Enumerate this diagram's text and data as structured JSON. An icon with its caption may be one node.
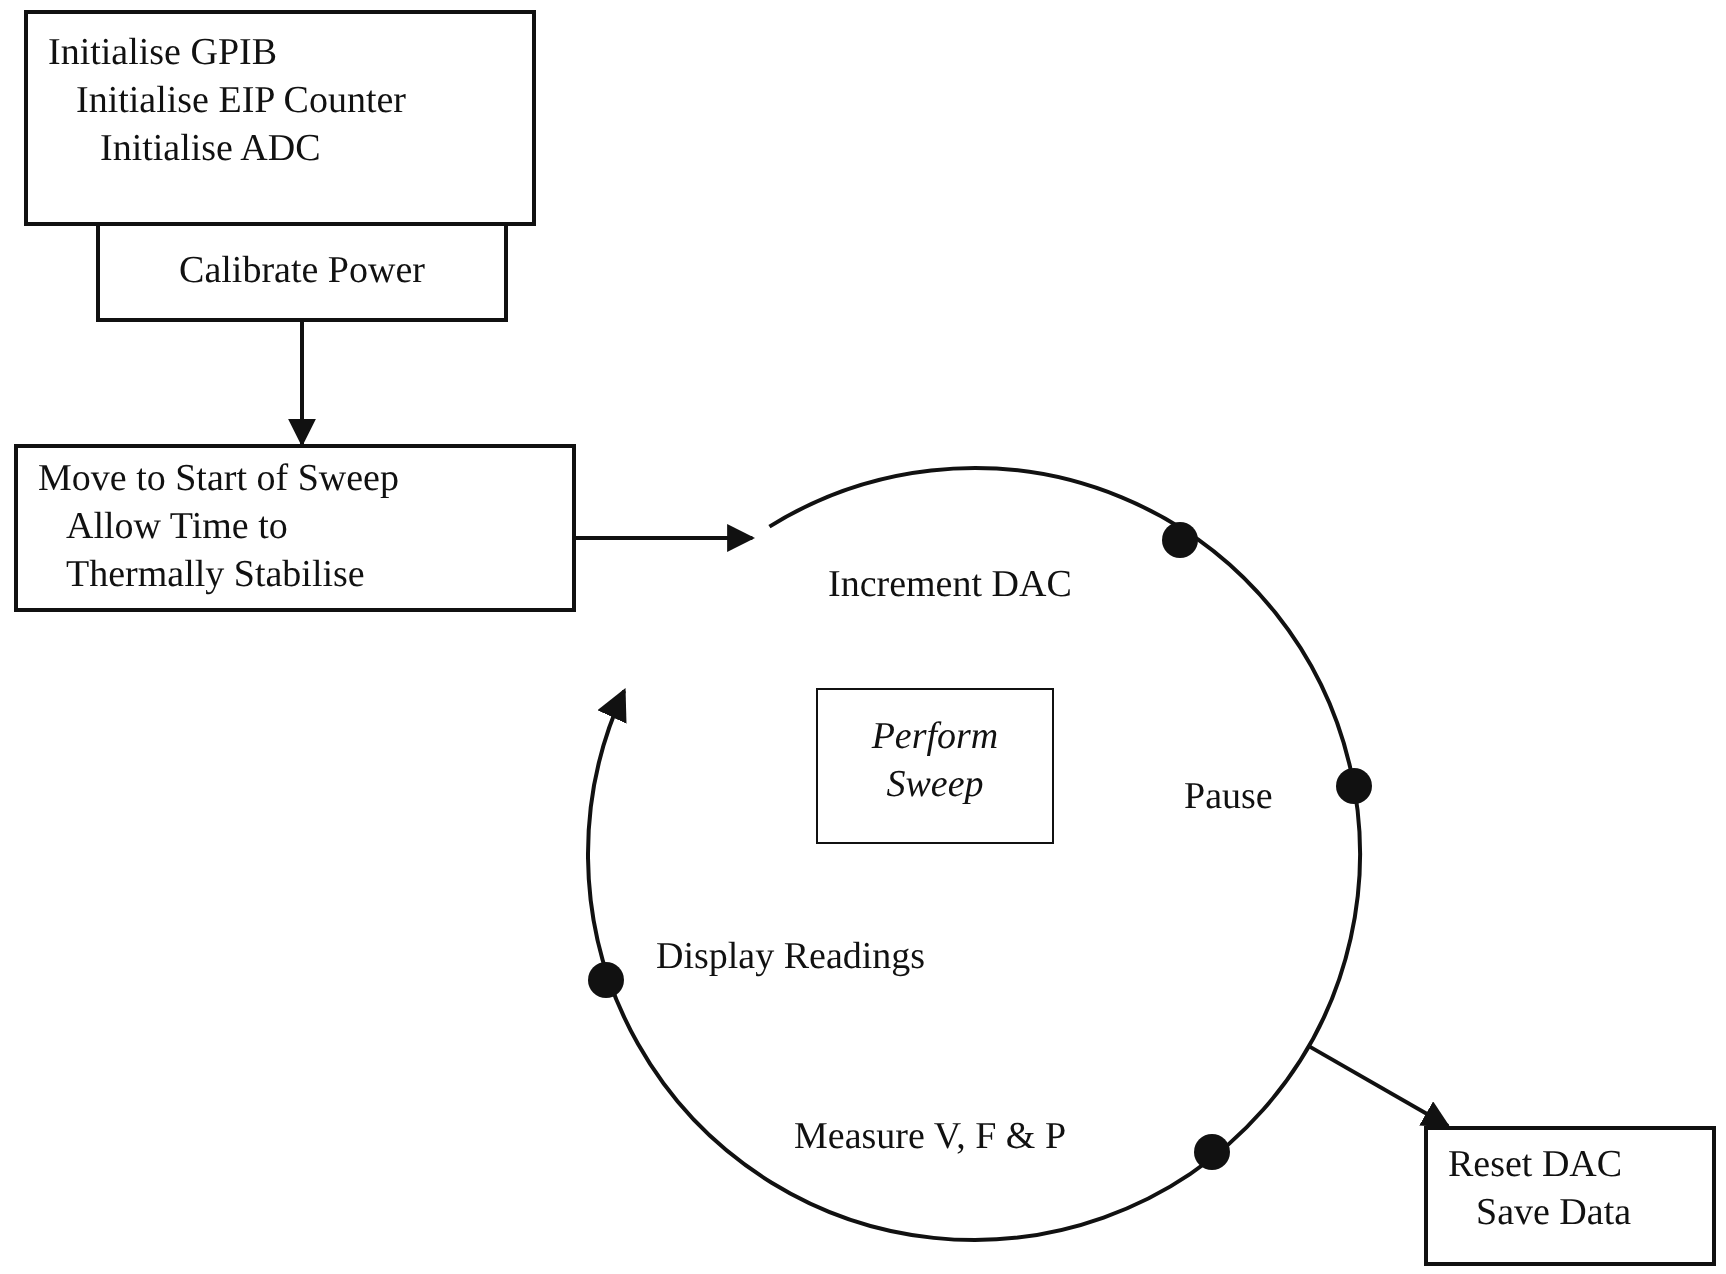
{
  "diagram": {
    "nodes": [
      {
        "text": [
          "Initialise GPIB Initialise EIP Counter Initialise ADC"
        ]
      },
      {
        "text": [
          "Calibrate Power"
        ]
      },
      {
        "text": [
          "Move to Start of Sweep Allow Time to Thermally Stabilise"
        ]
      },
      {
        "text": [],
        "shape": "circle"
      },
      {
        "text": [],
        "shape": "circle",
        "beside": [
          "Increment DAC"
        ],
        "in": 3
      },
      {
        "text": [
          "Perform Sweep"
        ],
        "in": 3
      },
      {
        "text": [],
        "shape": "circle",
        "beside": [
          "Pause"
        ],
        "in": 3
      },
      {
        "text": [],
        "shape": "circle",
        "beside": [
          "Display Readings"
        ],
        "in": 3
      },
      {
        "text": [],
        "shape": "circle",
        "beside": [
          "Measure V, F & P"
        ],
        "in": 3
      },
      {
        "text": [
          "Reset DAC Save Data"
        ]
      }
    ],
    "edges": [
      {
        "from": 1,
        "to": 2,
        "arrow": "to"
      },
      {
        "from": 2,
        "to": 3,
        "arrow": "to"
      },
      {
        "from": 3,
        "to": 9,
        "arrow": "to"
      }
    ]
  }
}
